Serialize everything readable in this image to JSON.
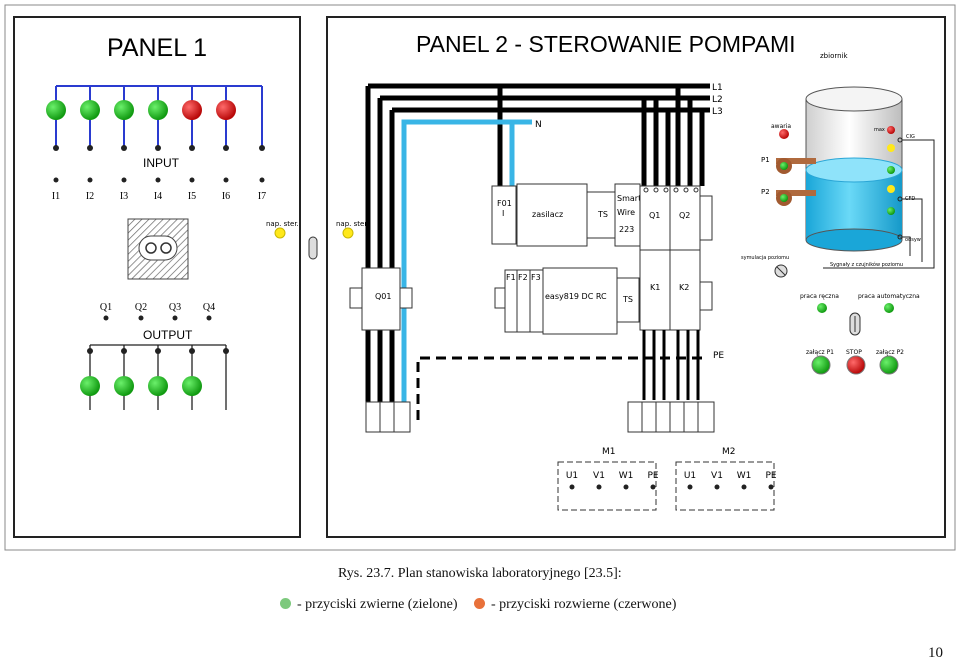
{
  "panel1": {
    "title": "PANEL 1",
    "input_label": "INPUT",
    "output_label": "OUTPUT",
    "inputs": [
      "I1",
      "I2",
      "I3",
      "I4",
      "I5",
      "I6",
      "I7"
    ],
    "input_buttons": [
      "green",
      "green",
      "green",
      "green",
      "red",
      "red"
    ],
    "outputs": [
      "Q1",
      "Q2",
      "Q3",
      "Q4"
    ],
    "output_buttons": [
      "green",
      "green",
      "green",
      "green"
    ],
    "nap_ster": "nap. ster."
  },
  "panel2": {
    "title": "PANEL 2 - STEROWANIE POMPAMI",
    "nap_ster": "nap. ster.",
    "lines": [
      "L1",
      "L2",
      "L3"
    ],
    "neutral": "N",
    "pe": "PE",
    "f01": "F01",
    "f01_sub": "I",
    "zasilacz": "zasilacz",
    "ts": "TS",
    "smart": [
      "Smart",
      "Wire",
      "223"
    ],
    "q01": "Q01",
    "q1": "Q1",
    "q2": "Q2",
    "k1": "K1",
    "k2": "K2",
    "fuses": [
      "F1",
      "F2",
      "F3"
    ],
    "easy": "easy819 DC RC",
    "motors": [
      {
        "name": "M1",
        "terminals": [
          "U1",
          "V1",
          "W1",
          "PE"
        ]
      },
      {
        "name": "M2",
        "terminals": [
          "U1",
          "V1",
          "W1",
          "PE"
        ]
      }
    ],
    "tank": {
      "zbiornik": "zbiornik",
      "awaria": "awaria",
      "p1": "P1",
      "p2": "P2",
      "max": "max",
      "cig": "CIG",
      "cfd": "CFD",
      "odsyw": "odsyw",
      "symulacja": "symulacja poziomu",
      "sygnaly": "Sygnały z czujników poziomu"
    },
    "praca_reczna": "praca ręczna",
    "praca_auto": "praca automatyczna",
    "zalacz_p1": "załącz P1",
    "stop": "STOP",
    "zalacz_p2": "załącz P2"
  },
  "caption": "Rys. 23.7. Plan stanowiska laboratoryjnego [23.5]:",
  "legend": [
    {
      "color": "#7dc97d",
      "text": "- przyciski zwierne (zielone)"
    },
    {
      "color": "#e8713a",
      "text": "- przyciski rozwierne (czerwone)"
    }
  ],
  "page_number": "10",
  "colors": {
    "green": "#1fc41f",
    "red": "#e01a1a",
    "yellow": "#ffef1a",
    "water": "#38c6ef",
    "wire_blue": "#39b5e6"
  }
}
